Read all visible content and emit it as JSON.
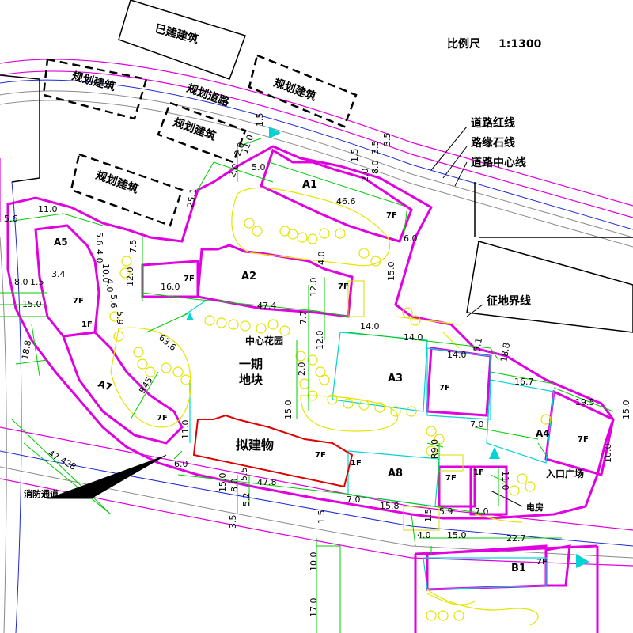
{
  "scale": {
    "label": "比例尺",
    "value": "1:1300"
  },
  "legend": {
    "road_red_line": "道路红线",
    "curb_line": "路缘石线",
    "road_center_line": "道路中心线",
    "land_boundary": "征地界线"
  },
  "labels": {
    "existing_building": "已建建筑",
    "planned_building_1": "规划建筑",
    "planned_building_2": "规划建筑",
    "planned_building_3": "规划建筑",
    "planned_building_4": "规划建筑",
    "planned_road": "规划道路",
    "central_garden": "中心花园",
    "phase_one_1": "一期",
    "phase_one_2": "地块",
    "proposed_building": "拟建物",
    "fire_lane": "消防通道",
    "entrance_plaza": "入口广场",
    "electrical_room": "电房"
  },
  "buildings": {
    "A1": "A1",
    "A2": "A2",
    "A3": "A3",
    "A4": "A4",
    "A5": "A5",
    "A7": "A7",
    "A8": "A8",
    "B1": "B1"
  },
  "floors": {
    "f7": "7F",
    "f1": "1F"
  },
  "dimensions": {
    "d1": "3.5",
    "d2": "1.5",
    "d3": "11.0",
    "d4": "2.0",
    "d5": "5.0",
    "d6": "46.6",
    "d7": "1.5",
    "d8": "2.0",
    "d9": "8.0",
    "d10": "3.5",
    "d11": "25.1",
    "d12": "11.0",
    "d13": "5.6",
    "d14": "5.6",
    "d15": "4.0",
    "d16": "10.0",
    "d17": "4.0",
    "d18": "5.6",
    "d19": "5.9",
    "d20": "7.5",
    "d21": "12.0",
    "d22": "16.0",
    "d23": "4.0",
    "d24": "6.0",
    "d25": "15.0",
    "d26": "8.0",
    "d27": "1.5",
    "d28": "3.4",
    "d29": "15.0",
    "d30": "47.4",
    "d31": "12.0",
    "d32": "7.7",
    "d33": "14.0",
    "d34": "14.0",
    "d35": "14.0",
    "d36": "5.1",
    "d37": "18.8",
    "d38": "63.6",
    "d39": "12.0",
    "d40": "18.8",
    "d41": "R45",
    "d42": "2.0",
    "d43": "16.7",
    "d44": "19.5",
    "d45": "15.0",
    "d46": "15.0",
    "d47": "7.0",
    "d48": "11.0",
    "d49": "R9.0",
    "d50": "10.0",
    "d51": "6.0",
    "d52": "11.0",
    "d53": "47.428",
    "d54": "15.0",
    "d55": "8.0",
    "d56": "5.5",
    "d57": "47.8",
    "d58": "7.0",
    "d59": "15.8",
    "d60": "5.9",
    "d61": "7.0",
    "d62": "4.0",
    "d63": "15.0",
    "d64": "22.7",
    "d65": "3.5",
    "d66": "1.5",
    "d67": "10.0",
    "d68": "17.0",
    "d69": "1.5",
    "d70": "5.2",
    "d71": "2.0"
  }
}
